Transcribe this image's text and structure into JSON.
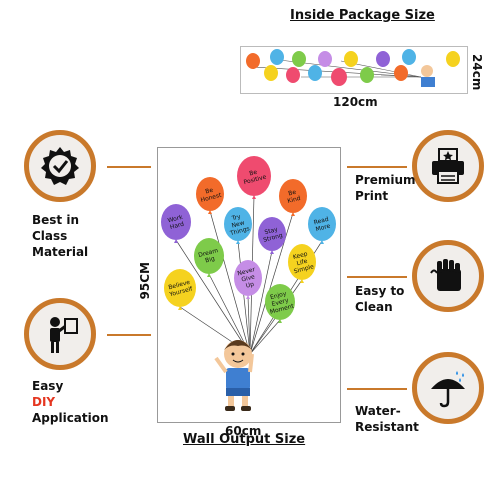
{
  "package": {
    "title": "Inside Package Size",
    "width_label": "120cm",
    "height_label": "24cm"
  },
  "wall": {
    "title": "Wall Output Size",
    "width_label": "60cm",
    "height_label": "95CM"
  },
  "balloons": [
    {
      "text": "Be Positive",
      "color": "#ef4b6f"
    },
    {
      "text": "Be Honest",
      "color": "#f26b2a"
    },
    {
      "text": "Be Kind",
      "color": "#f26b2a"
    },
    {
      "text": "Work Hard",
      "color": "#8f62d6"
    },
    {
      "text": "Try New Things",
      "color": "#4fb3e6"
    },
    {
      "text": "Stay Strong",
      "color": "#8f62d6"
    },
    {
      "text": "Read More",
      "color": "#4fb3e6"
    },
    {
      "text": "Dream Big",
      "color": "#7ecb4a"
    },
    {
      "text": "Keep Life Simple",
      "color": "#f5d21f"
    },
    {
      "text": "Never Give Up",
      "color": "#c58de6"
    },
    {
      "text": "Believe Yourself",
      "color": "#f5d21f"
    },
    {
      "text": "Enjoy Every Moment",
      "color": "#7ecb4a"
    }
  ],
  "features": {
    "best_material": {
      "line1": "Best in",
      "line2": "Class",
      "line3": "Material",
      "icon": "quality-badge-icon"
    },
    "easy_diy": {
      "line1": "Easy",
      "line2": "DIY",
      "line3": "Application",
      "icon": "person-applying-icon"
    },
    "premium_print": {
      "line1": "Premium",
      "line2": "Print",
      "icon": "printer-icon"
    },
    "easy_clean": {
      "line1": "Easy to",
      "line2": "Clean",
      "icon": "hand-wiping-icon"
    },
    "water_resistant": {
      "line1": "Water-",
      "line2": "Resistant",
      "icon": "umbrella-rain-icon"
    }
  },
  "colors": {
    "accent_ring": "#c9792b",
    "icon_bg": "#f1eeeb",
    "diy_red": "#e53620"
  }
}
